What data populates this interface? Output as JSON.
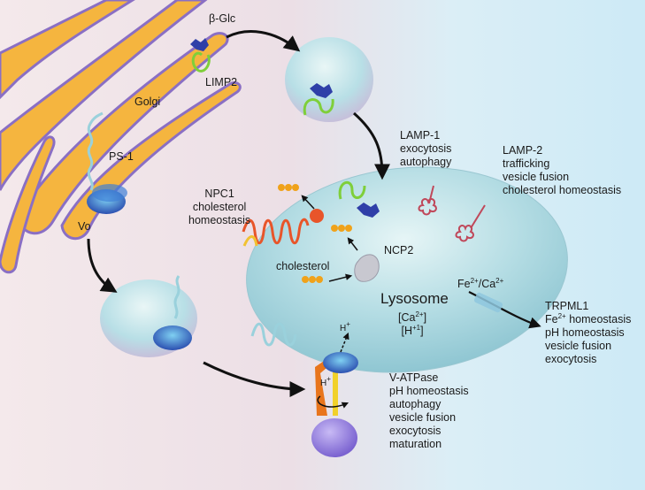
{
  "labels": {
    "beta_glc": "β-Glc",
    "limp2": "LIMP2",
    "golgi": "Golgi",
    "ps1": "PS-1",
    "vo": "Vo",
    "lamp1": [
      "LAMP-1",
      "exocytosis",
      "autophagy"
    ],
    "lamp2": [
      "LAMP-2",
      "trafficking",
      "vesicle fusion",
      "cholesterol homeostasis"
    ],
    "npc1": [
      "NPC1",
      "cholesterol",
      "homeostasis"
    ],
    "ncp2": "NCP2",
    "cholesterol": "cholesterol",
    "lysosome": "Lysosome",
    "lysosome_ions": [
      "[Ca",
      "2+",
      "]",
      "[H",
      "+1",
      "]"
    ],
    "fe_ca": [
      "Fe",
      "2+",
      "/Ca",
      "2+"
    ],
    "trpml1": {
      "title": "TRPML1",
      "fe_sup": "2+",
      "fe_line": "Fe",
      "fe_rest": " homeostasis",
      "lines": [
        "pH homeostasis",
        "vesicle fusion",
        "exocytosis"
      ]
    },
    "h_plus": [
      "H",
      "+"
    ],
    "vatpase": [
      "V-ATPase",
      "pH homeostasis",
      "autophagy",
      "vesicle fusion",
      "exocytosis",
      "maturation"
    ]
  },
  "colors": {
    "background_left": "#f3e8ea",
    "background_right": "#d9eef8",
    "golgi_fill": "#f5b53f",
    "golgi_edge": "#8a6fc4",
    "lysosome": "#a9dbe3",
    "npc1": "#e8552a",
    "limp2": "#7fcf3a",
    "lamp": "#c0485a",
    "vo": "#2f5fbf",
    "v1": "#9b86e6",
    "cholesterol": "#f0a21a",
    "vatpase_anchor": "#e8751c"
  }
}
